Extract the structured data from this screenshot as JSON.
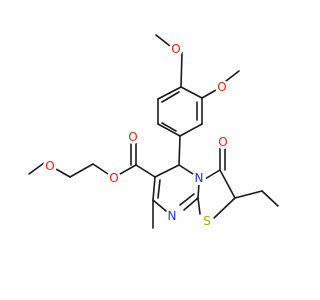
{
  "molecule": {
    "atom_colors": {
      "O": "#e8210c",
      "N": "#2233ee",
      "S": "#b3a300",
      "bond": "#1a1a1a"
    },
    "atoms": {
      "o_methoxy_top": "O",
      "o_methoxy_meta": "O",
      "o_carbonyl": "O",
      "o_ketone": "O",
      "o_ester": "O",
      "o_ether": "O",
      "n_ring": "N",
      "n_imine": "N",
      "s_ring": "S"
    }
  }
}
